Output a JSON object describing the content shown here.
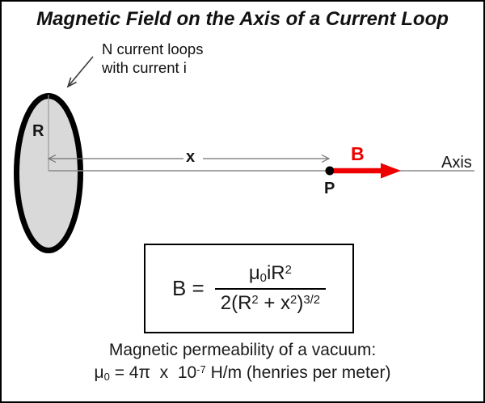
{
  "page": {
    "background": "#FFFFFF",
    "frame_color": "#000000"
  },
  "title": {
    "text": "Magnetic Field on the Axis of a Current Loop"
  },
  "annotation": {
    "line1": "N current loops",
    "line2": "with current i"
  },
  "diagram": {
    "radius_label": "R",
    "distance_label": "x",
    "axis_label": "Axis",
    "point_label": "P",
    "field_label": "B",
    "colors": {
      "loop_fill": "#D9D9D9",
      "loop_stroke": "#000000",
      "field_arrow_red": "#EE0000",
      "thin_line_gray": "#777777"
    }
  },
  "formula": {
    "lhs": "B =",
    "numerator": {
      "seg1": "μ",
      "sub1": "0",
      "seg2": "iR",
      "sup1": "2"
    },
    "denominator": {
      "seg1": "2(R",
      "sup1": "2",
      "seg2": " + x",
      "sup2": "2",
      "seg3": ")",
      "sup3": "3/2"
    }
  },
  "footer": {
    "line1": "Magnetic permeability of a vacuum:",
    "line2": {
      "seg1": "μ",
      "sub1": "0",
      "seg2": " = 4π  x  10",
      "sup1": "-7",
      "seg3": " H/m (henries per meter)"
    }
  }
}
